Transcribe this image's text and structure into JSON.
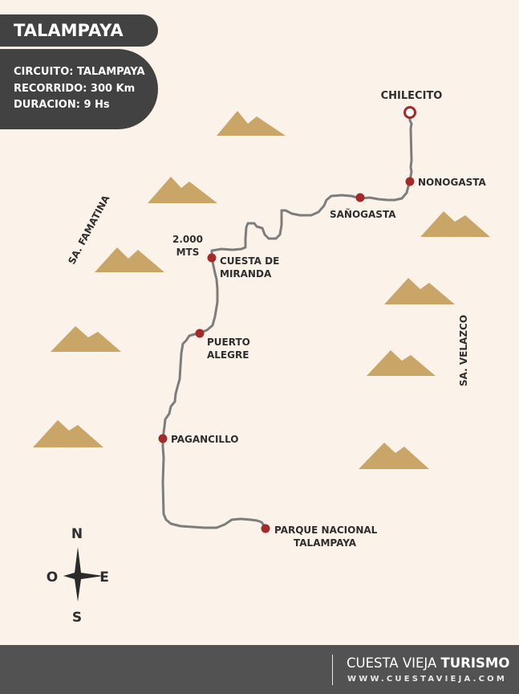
{
  "title": "TALAMPAYA",
  "info": {
    "circuit": "CIRCUITO: TALAMPAYA",
    "distance": "RECORRIDO: 300 Km",
    "duration": "DURACION: 9 Hs"
  },
  "places": {
    "chilecito": "CHILECITO",
    "nonogasta": "NONOGASTA",
    "sanogasta": "SAÑOGASTA",
    "altitude_1": "2.000",
    "altitude_2": "MTS",
    "cuesta_1": "CUESTA DE",
    "cuesta_2": "MIRANDA",
    "puerto_1": "PUERTO",
    "puerto_2": "ALEGRE",
    "pagancillo": "PAGANCILLO",
    "parque_1": "PARQUE NACIONAL",
    "parque_2": "TALAMPAYA"
  },
  "ranges": {
    "famatina": "SA. FAMATINA",
    "velazco": "SA. VELAZCO"
  },
  "compass": {
    "north": "N",
    "south": "S",
    "east": "E",
    "west": "O"
  },
  "footer": {
    "brand_regular": "CUESTA VIEJA ",
    "brand_bold": "TURISMO",
    "website": "WWW.CUESTAVIEJA.COM"
  },
  "colors": {
    "background": "#fbf2e9",
    "panel": "#424242",
    "route": "#7d7d7d",
    "marker": "#a32a2a",
    "mountain": "#c9a668",
    "footer": "#525252"
  }
}
